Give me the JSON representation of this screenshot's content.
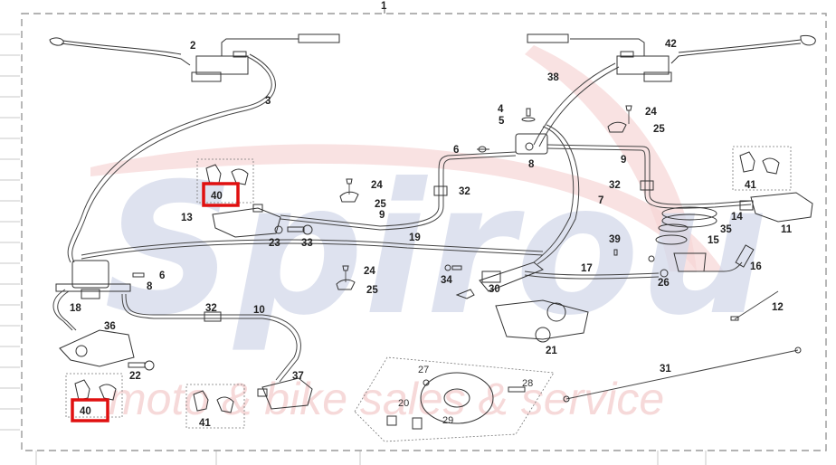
{
  "diagram": {
    "title_callout": "1",
    "watermark": {
      "brand": "Spirou",
      "tagline": "moto & bike sales & service",
      "colors": {
        "brand": "#c9d1e6",
        "tagline": "#f0c0c0",
        "swoosh": "#f6d6d6"
      }
    },
    "highlight_color": "#e01010",
    "callouts": [
      {
        "id": "2",
        "label": "2"
      },
      {
        "id": "3",
        "label": "3"
      },
      {
        "id": "4",
        "label": "4"
      },
      {
        "id": "5",
        "label": "5"
      },
      {
        "id": "6a",
        "label": "6"
      },
      {
        "id": "6b",
        "label": "6"
      },
      {
        "id": "7",
        "label": "7"
      },
      {
        "id": "8a",
        "label": "8"
      },
      {
        "id": "8b",
        "label": "8"
      },
      {
        "id": "9a",
        "label": "9"
      },
      {
        "id": "9b",
        "label": "9"
      },
      {
        "id": "10",
        "label": "10"
      },
      {
        "id": "11",
        "label": "11"
      },
      {
        "id": "12",
        "label": "12"
      },
      {
        "id": "13",
        "label": "13"
      },
      {
        "id": "14",
        "label": "14"
      },
      {
        "id": "15",
        "label": "15"
      },
      {
        "id": "16",
        "label": "16"
      },
      {
        "id": "17",
        "label": "17"
      },
      {
        "id": "18",
        "label": "18"
      },
      {
        "id": "19",
        "label": "19"
      },
      {
        "id": "20",
        "label": "20"
      },
      {
        "id": "21",
        "label": "21"
      },
      {
        "id": "22",
        "label": "22"
      },
      {
        "id": "23",
        "label": "23"
      },
      {
        "id": "24a",
        "label": "24"
      },
      {
        "id": "24b",
        "label": "24"
      },
      {
        "id": "24c",
        "label": "24"
      },
      {
        "id": "25a",
        "label": "25"
      },
      {
        "id": "25b",
        "label": "25"
      },
      {
        "id": "25c",
        "label": "25"
      },
      {
        "id": "26",
        "label": "26"
      },
      {
        "id": "27",
        "label": "27"
      },
      {
        "id": "28",
        "label": "28"
      },
      {
        "id": "29",
        "label": "29"
      },
      {
        "id": "30",
        "label": "30"
      },
      {
        "id": "31",
        "label": "31"
      },
      {
        "id": "32a",
        "label": "32"
      },
      {
        "id": "32b",
        "label": "32"
      },
      {
        "id": "32c",
        "label": "32"
      },
      {
        "id": "33",
        "label": "33"
      },
      {
        "id": "34",
        "label": "34"
      },
      {
        "id": "35",
        "label": "35"
      },
      {
        "id": "36",
        "label": "36"
      },
      {
        "id": "37",
        "label": "37"
      },
      {
        "id": "38",
        "label": "38"
      },
      {
        "id": "39",
        "label": "39"
      },
      {
        "id": "40a",
        "label": "40",
        "highlighted": true
      },
      {
        "id": "40b",
        "label": "40",
        "highlighted": true
      },
      {
        "id": "41a",
        "label": "41"
      },
      {
        "id": "41b",
        "label": "41"
      },
      {
        "id": "42",
        "label": "42"
      }
    ]
  }
}
